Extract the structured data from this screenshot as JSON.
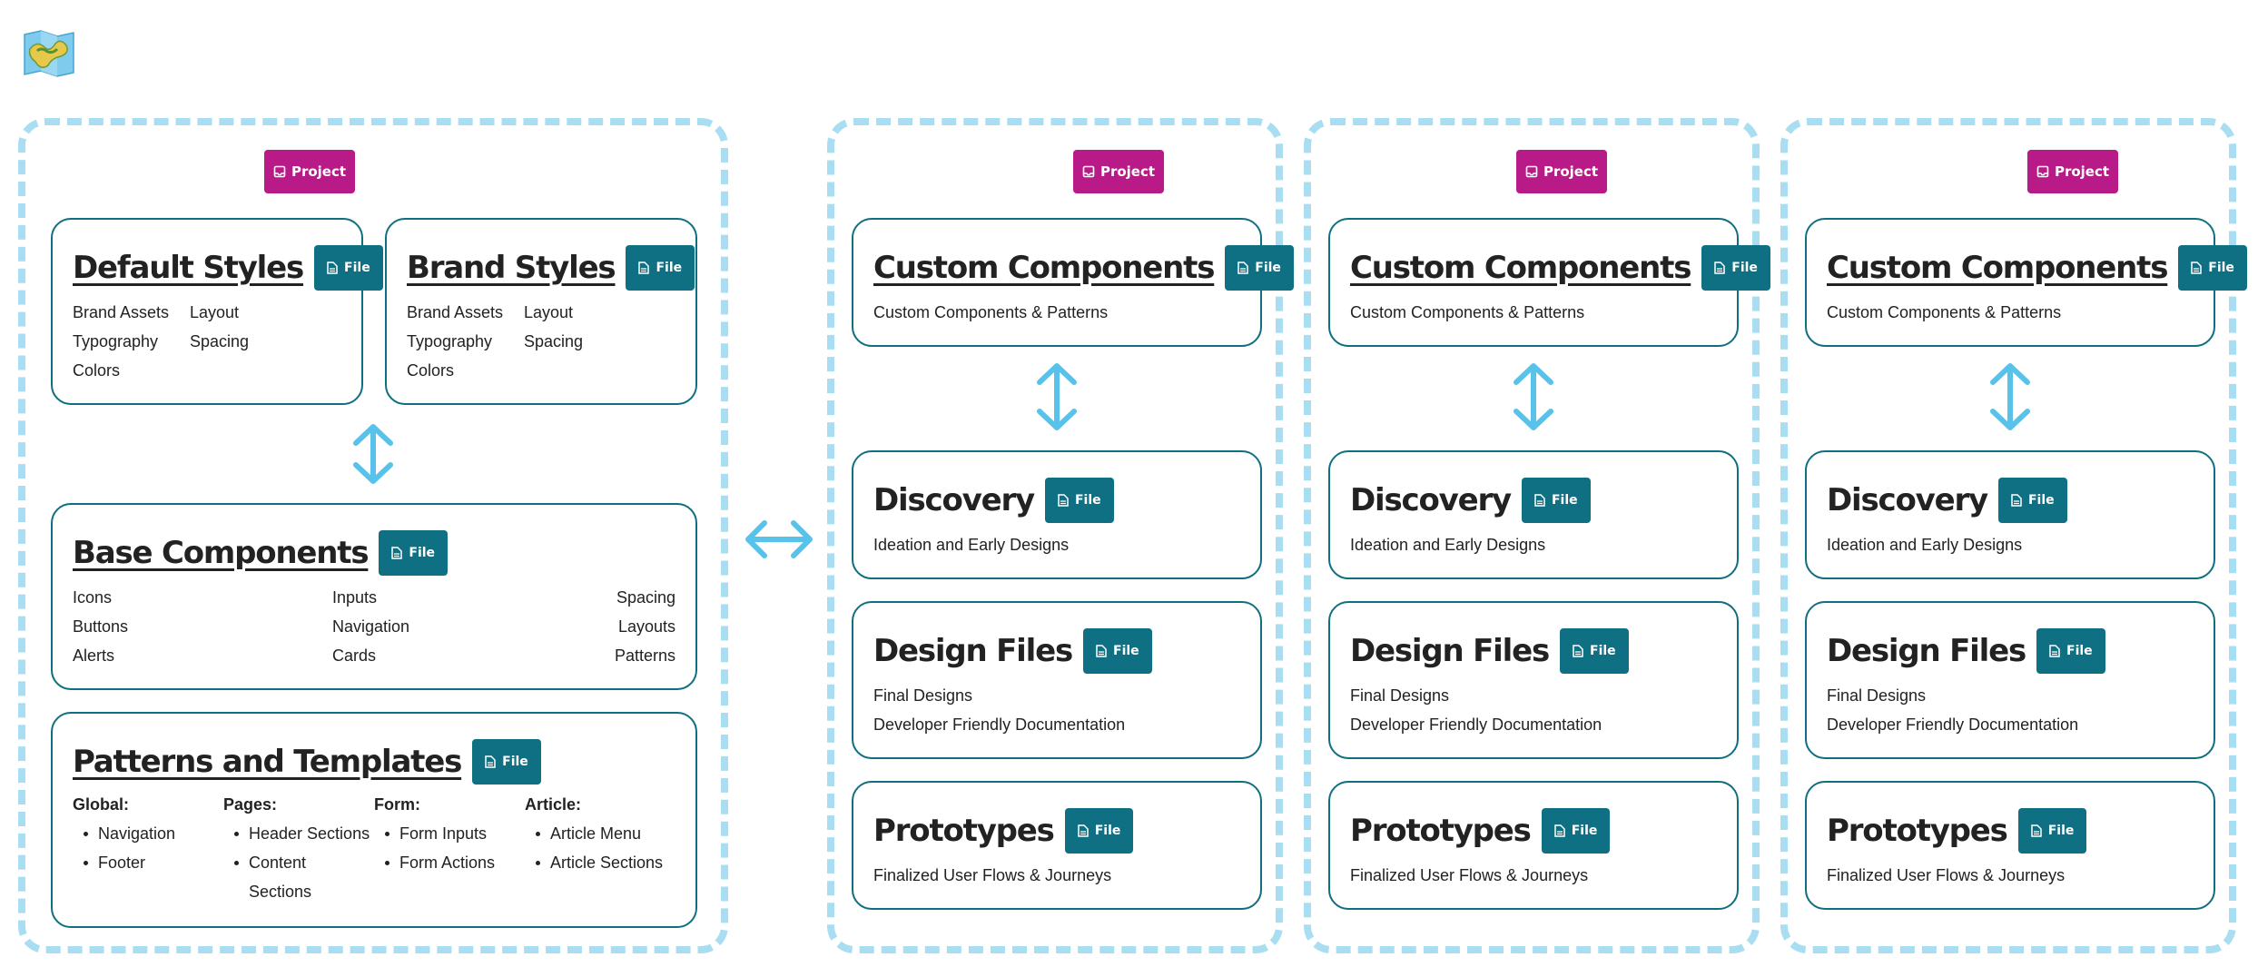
{
  "labels": {
    "project": "Project",
    "file": "File"
  },
  "library": {
    "default_styles": {
      "title": "Default Styles",
      "items": [
        "Brand Assets",
        "Layout",
        "Typography",
        "Spacing",
        "Colors"
      ]
    },
    "brand_styles": {
      "title": "Brand Styles",
      "items": [
        "Brand Assets",
        "Layout",
        "Typography",
        "Spacing",
        "Colors"
      ]
    },
    "base_components": {
      "title": "Base Components",
      "items": [
        "Icons",
        "Inputs",
        "Spacing",
        "Buttons",
        "Navigation",
        "Layouts",
        "Alerts",
        "Cards",
        "Patterns"
      ]
    },
    "patterns_templates": {
      "title": "Patterns and Templates",
      "groups": [
        {
          "heading": "Global:",
          "items": [
            "Navigation",
            "Footer"
          ]
        },
        {
          "heading": "Pages:",
          "items": [
            "Header Sections",
            "Content",
            "Sections"
          ]
        },
        {
          "heading": "Form:",
          "items": [
            "Form Inputs",
            "Form Actions"
          ]
        },
        {
          "heading": "Article:",
          "items": [
            "Article Menu",
            "Article Sections"
          ]
        }
      ]
    }
  },
  "projects": [
    {
      "custom": {
        "title": "Custom Components",
        "desc": "Custom Components & Patterns"
      },
      "discovery": {
        "title": "Discovery",
        "desc": "Ideation and Early Designs"
      },
      "design": {
        "title": "Design Files",
        "lines": [
          "Final Designs",
          "Developer Friendly Documentation"
        ]
      },
      "prototypes": {
        "title": "Prototypes",
        "desc": "Finalized User Flows & Journeys"
      }
    },
    {
      "custom": {
        "title": "Custom Components",
        "desc": "Custom Components & Patterns"
      },
      "discovery": {
        "title": "Discovery",
        "desc": "Ideation and Early Designs"
      },
      "design": {
        "title": "Design Files",
        "lines": [
          "Final Designs",
          "Developer Friendly Documentation"
        ]
      },
      "prototypes": {
        "title": "Prototypes",
        "desc": "Finalized User Flows & Journeys"
      }
    },
    {
      "custom": {
        "title": "Custom Components",
        "desc": "Custom Components & Patterns"
      },
      "discovery": {
        "title": "Discovery",
        "desc": "Ideation and Early Designs"
      },
      "design": {
        "title": "Design Files",
        "lines": [
          "Final Designs",
          "Developer Friendly Documentation"
        ]
      },
      "prototypes": {
        "title": "Prototypes",
        "desc": "Finalized User Flows & Journeys"
      }
    }
  ],
  "colors": {
    "project_button": "#b81a87",
    "file_button": "#0f7083",
    "card_border": "#0f6f80",
    "panel_border": "#a9def2",
    "arrow": "#58c2ea"
  }
}
